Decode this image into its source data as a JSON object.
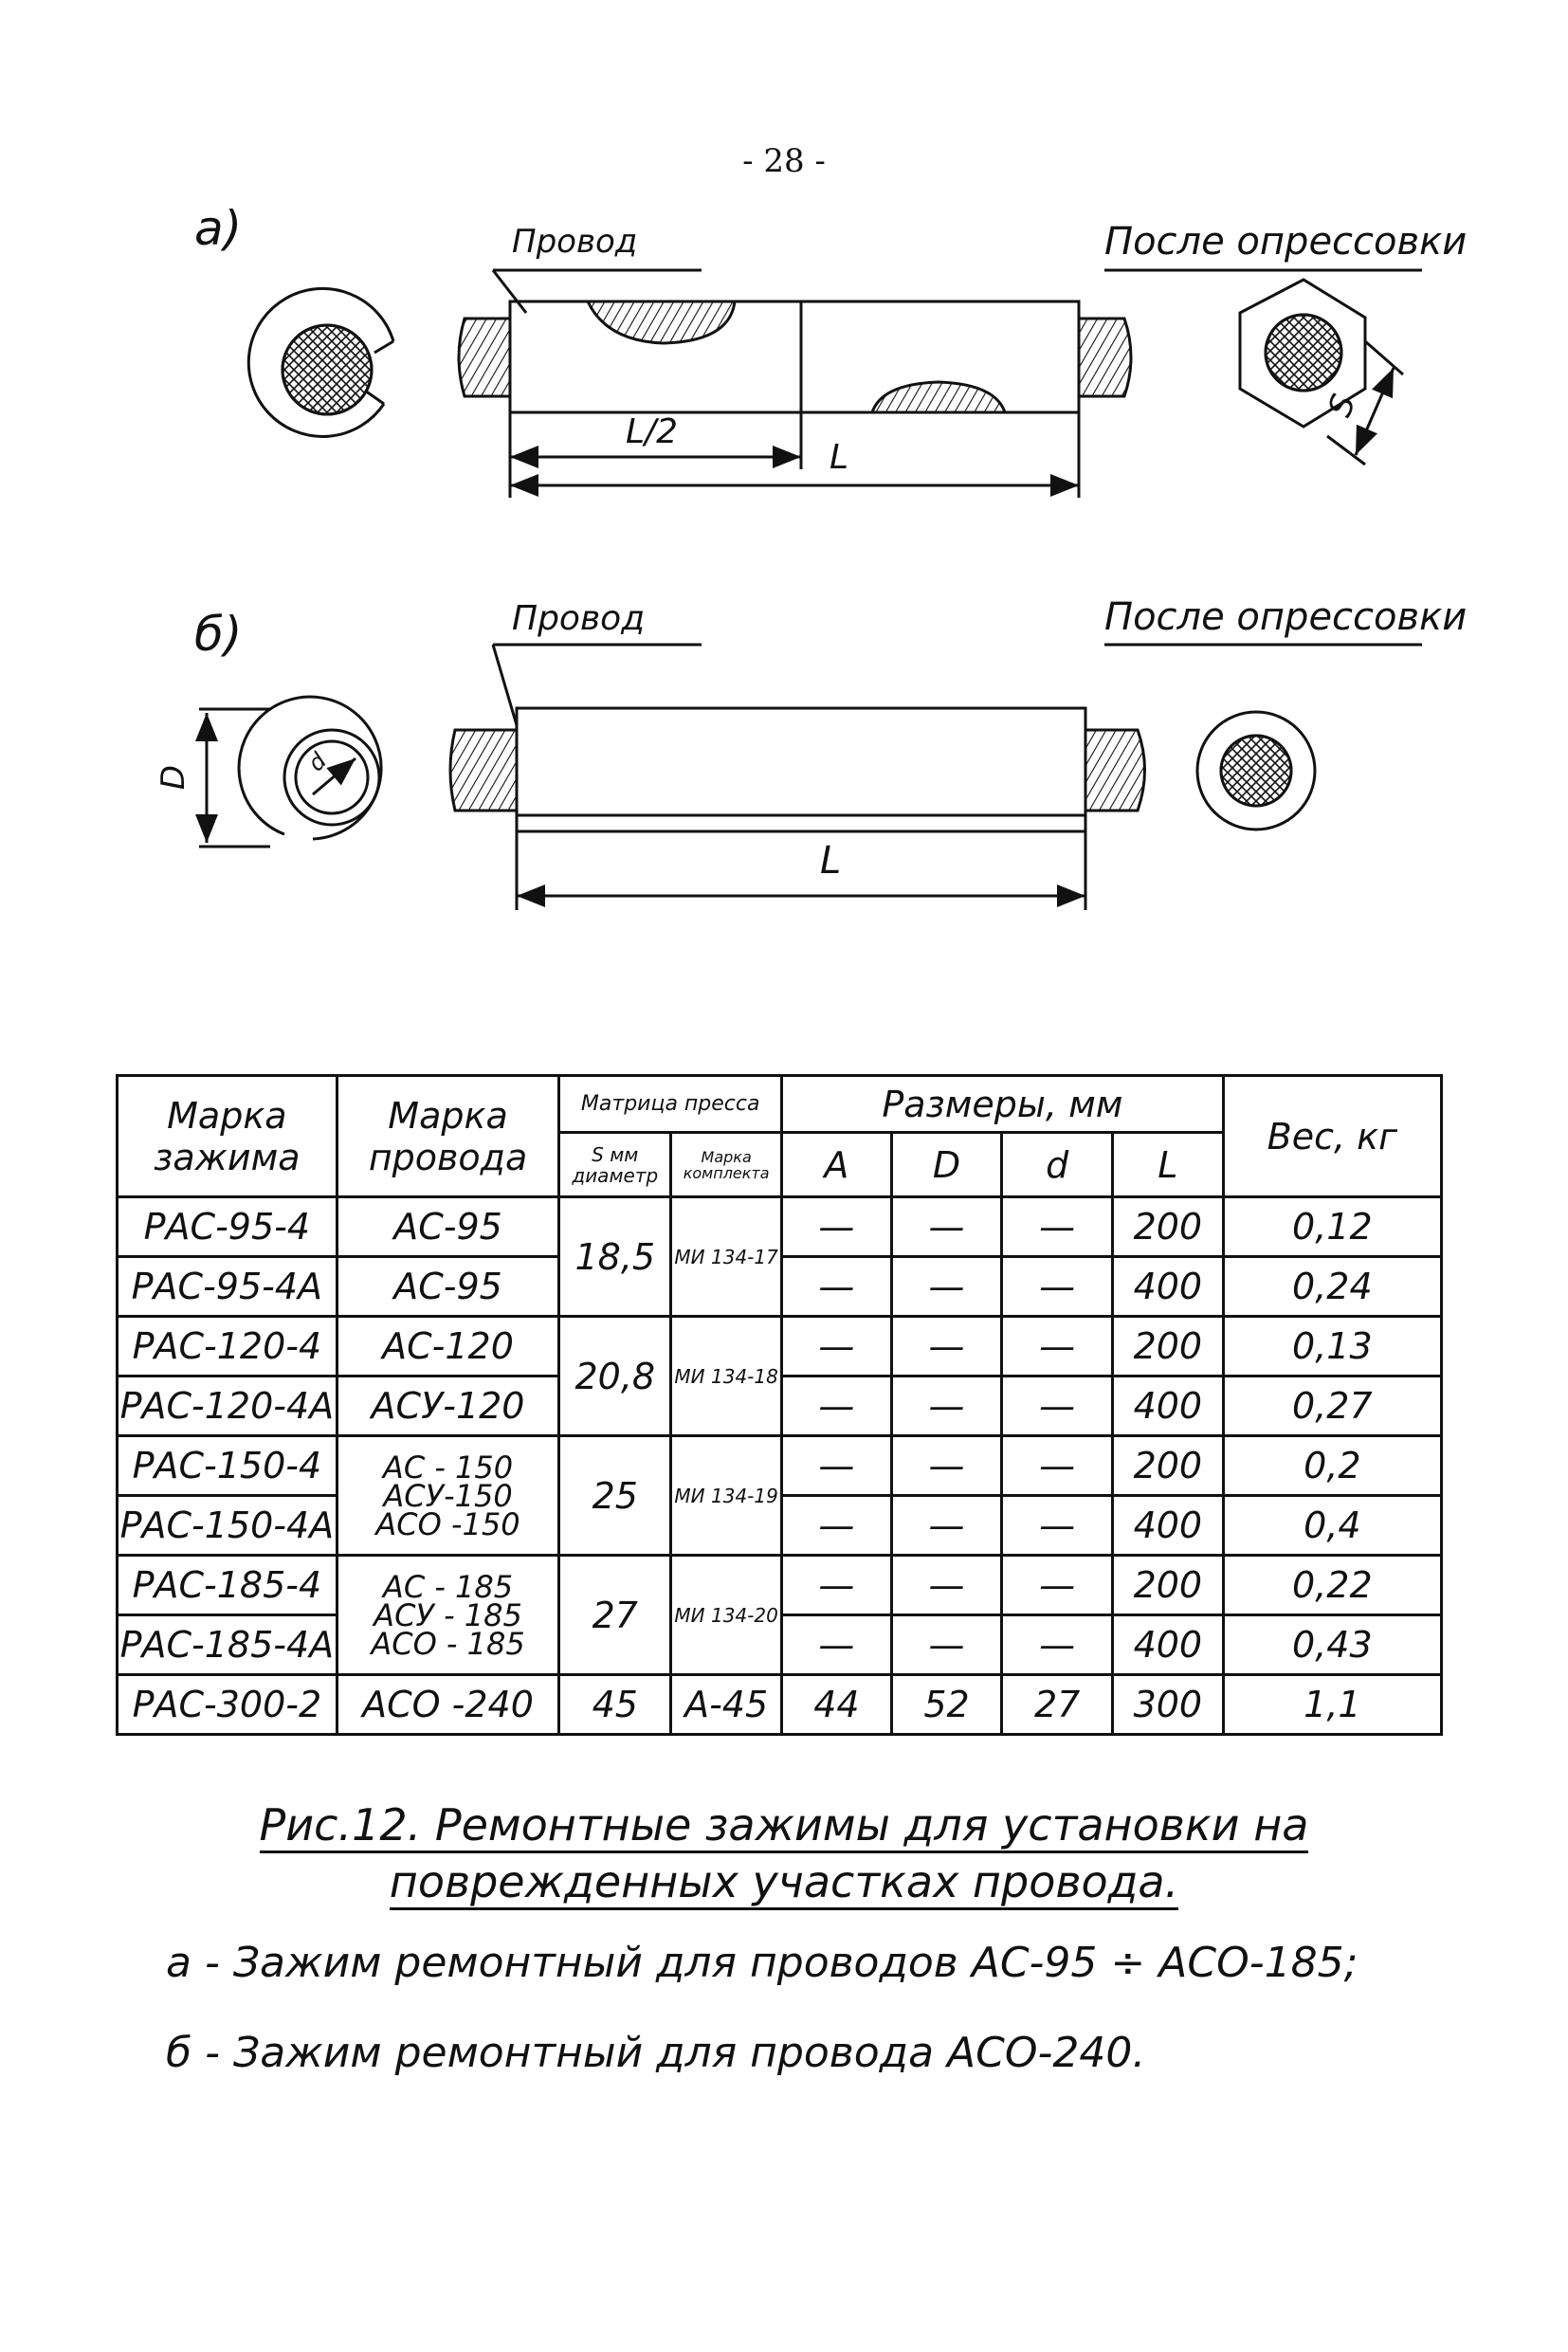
{
  "page_number": "- 28 -",
  "figure_a": {
    "letter": "а)",
    "wire_label": "Провод",
    "after_label": "После опрессовки",
    "dim_half": "L/2",
    "dim_full": "L",
    "dim_s": "S"
  },
  "figure_b": {
    "letter": "б)",
    "wire_label": "Провод",
    "after_label": "После опрессовки",
    "dim_full": "L",
    "dim_d_outer": "D",
    "dim_d_inner": "d"
  },
  "table": {
    "headers": {
      "clamp": "Марка зажима",
      "wire": "Марка провода",
      "matrix": "Матрица пресса",
      "matrix_s": "S мм диаметр",
      "matrix_kit": "Марка комплекта",
      "dims": "Размеры, мм",
      "a": "А",
      "D": "D",
      "d": "d",
      "L": "L",
      "weight": "Вес, кг"
    },
    "rows": [
      {
        "clamp": "РАС-95-4",
        "A": "—",
        "D": "—",
        "d": "—",
        "L": "200",
        "weight": "0,12"
      },
      {
        "clamp": "РАС-95-4А",
        "A": "—",
        "D": "—",
        "d": "—",
        "L": "400",
        "weight": "0,24"
      },
      {
        "clamp": "РАС-120-4",
        "A": "—",
        "D": "—",
        "d": "—",
        "L": "200",
        "weight": "0,13"
      },
      {
        "clamp": "РАС-120-4А",
        "A": "—",
        "D": "—",
        "d": "—",
        "L": "400",
        "weight": "0,27"
      },
      {
        "clamp": "РАС-150-4",
        "A": "—",
        "D": "—",
        "d": "—",
        "L": "200",
        "weight": "0,2"
      },
      {
        "clamp": "РАС-150-4А",
        "A": "—",
        "D": "—",
        "d": "—",
        "L": "400",
        "weight": "0,4"
      },
      {
        "clamp": "РАС-185-4",
        "A": "—",
        "D": "—",
        "d": "—",
        "L": "200",
        "weight": "0,22"
      },
      {
        "clamp": "РАС-185-4А",
        "A": "—",
        "D": "—",
        "d": "—",
        "L": "400",
        "weight": "0,43"
      }
    ],
    "wires": {
      "w95a": "АС-95",
      "w95b": "АС-95",
      "w120a": "АС-120",
      "w120b": "АСУ-120",
      "w150a": "АС - 150",
      "w150b": "АСУ-150",
      "w150c": "АСО -150",
      "w185a": "АС - 185",
      "w185b": "АСУ - 185",
      "w185c": "АСО - 185"
    },
    "matrix": {
      "s95": "18,5",
      "k95": "МИ 134-17",
      "s120": "20,8",
      "k120": "МИ 134-18",
      "s150": "25",
      "k150": "МИ 134-19",
      "s185": "27",
      "k185": "МИ 134-20"
    },
    "last_row": {
      "clamp": "РАС-300-2",
      "wire": "АСО -240",
      "s": "45",
      "kit": "А-45",
      "A": "44",
      "D": "52",
      "d": "27",
      "L": "300",
      "weight": "1,1"
    }
  },
  "caption": {
    "line1": "Рис.12. Ремонтные зажимы для установки на",
    "line2": "поврежденных участках провода."
  },
  "notes": {
    "a": "а - Зажим ремонтный для проводов АС-95 ÷ АСО-185;",
    "b": "б - Зажим ремонтный для провода АСО-240."
  }
}
